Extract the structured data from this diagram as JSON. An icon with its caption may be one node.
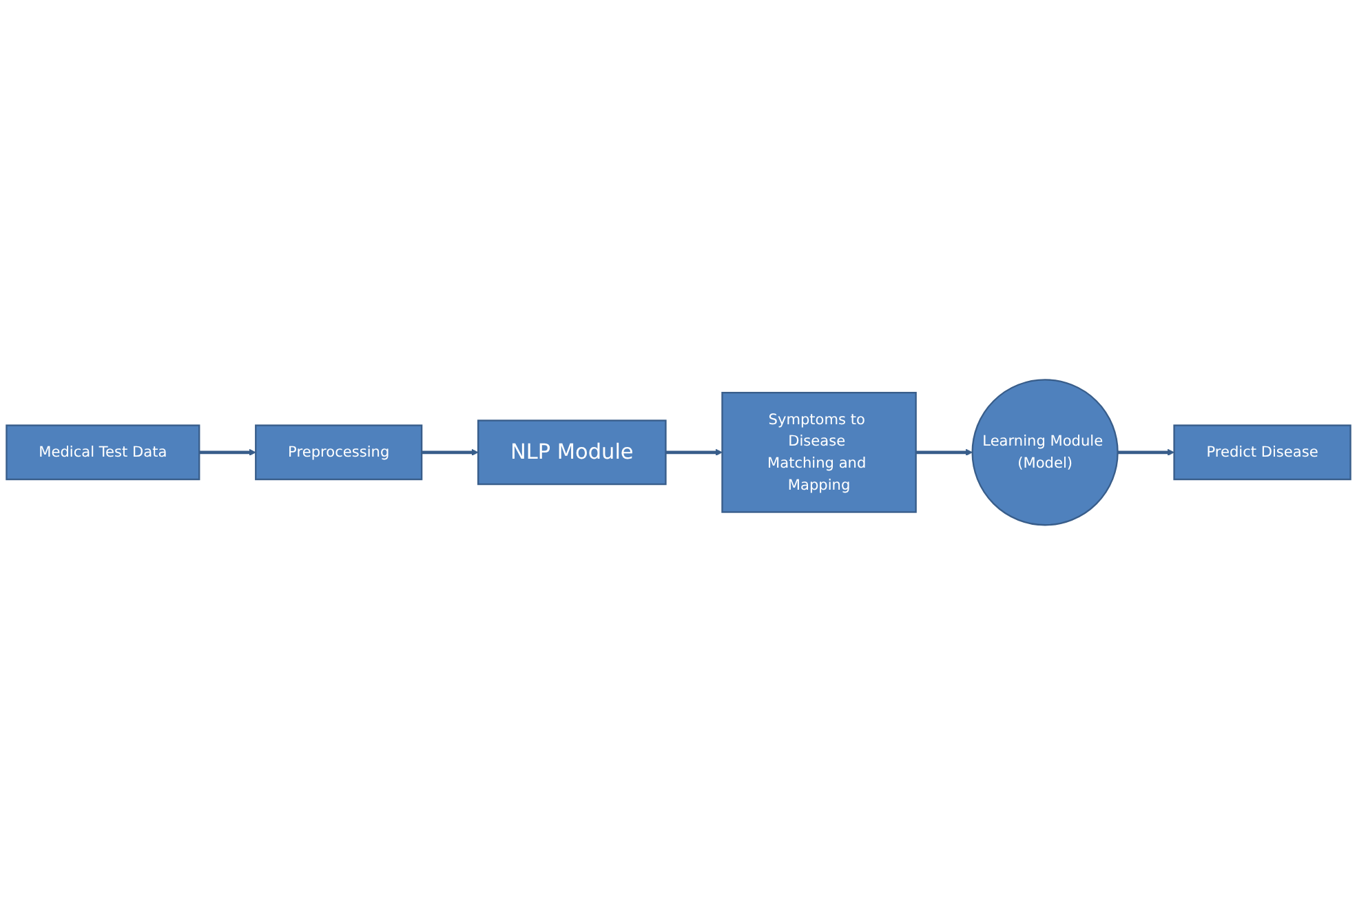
{
  "diagram": {
    "nodes": [
      {
        "text": [
          "Medical Test Data"
        ]
      },
      {
        "text": [
          "Preprocessing"
        ]
      },
      {
        "text": [
          "NLP Module"
        ]
      },
      {
        "text": [
          "Symptoms to Disease Matching and Mapping"
        ]
      },
      {
        "text": [
          "Learning Module (Model)"
        ]
      },
      {
        "text": [
          "Predict Disease"
        ]
      }
    ],
    "edges": [
      {
        "from": 0,
        "to": 1,
        "arrow": "to"
      },
      {
        "from": 1,
        "to": 2,
        "arrow": "to"
      },
      {
        "from": 2,
        "to": 3,
        "arrow": "to"
      },
      {
        "from": 3,
        "to": 4,
        "arrow": "to"
      },
      {
        "from": 4,
        "to": 5,
        "arrow": "to"
      }
    ]
  }
}
